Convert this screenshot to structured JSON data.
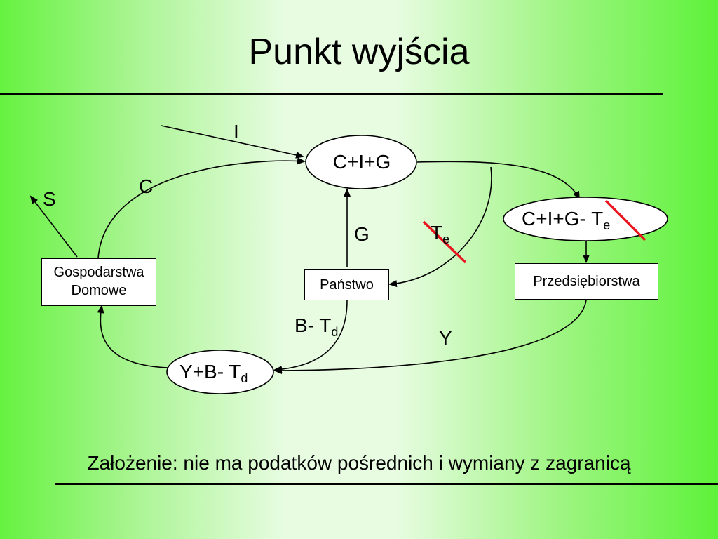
{
  "slide": {
    "title": "Punkt wyjścia",
    "footer": "Założenie: nie ma podatków pośrednich i wymiany z zagranicą"
  },
  "nodes": {
    "cig": "C+I+G",
    "cig_te_main": "C+I+G- T",
    "cig_te_sub": "e",
    "yb_main": "Y+B- T",
    "yb_sub": "d"
  },
  "boxes": {
    "gospodarstwa_line1": "Gospodarstwa",
    "gospodarstwa_line2": "Domowe",
    "panstwo": "Państwo",
    "przedsiebiorstwa": "Przedsiębiorstwa"
  },
  "flow_labels": {
    "i": "I",
    "c": "C",
    "s": "S",
    "g": "G",
    "te_main": "T",
    "te_sub": "e",
    "b_td_main": "B- T",
    "b_td_sub": "d",
    "y": "Y"
  },
  "colors": {
    "strike": "#e8141e",
    "ink": "#000000"
  }
}
